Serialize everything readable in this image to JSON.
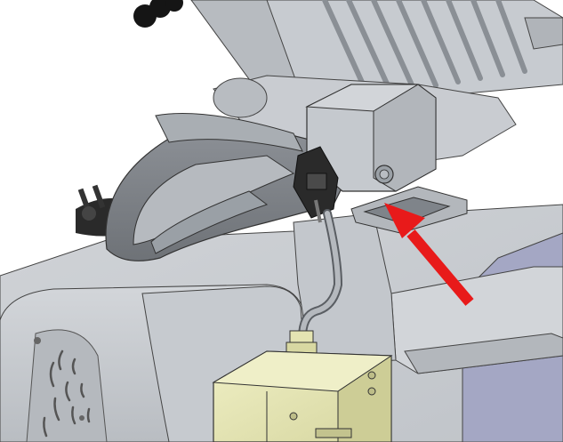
{
  "figure": {
    "kind": "cad-render",
    "subject": "meat-slicer",
    "background_color": "#ffffff",
    "body_color": "#c9cdd2",
    "body_shadow_color": "#9aa0a6",
    "cover_color": "#b8bcc1",
    "base_side_color": "#a4a7c4",
    "junction_box_color": "#e6e6b4",
    "knob_color": "#1a1a1a",
    "arrow_color": "#e81a1a"
  },
  "parts": [
    {
      "id": "feed-tray",
      "icon": "tray-rails"
    },
    {
      "id": "blade-cover",
      "icon": "cover-arm"
    },
    {
      "id": "pusher-knob",
      "icon": "black-knob"
    },
    {
      "id": "sharpener-housing",
      "icon": "box-housing"
    },
    {
      "id": "safety-switch",
      "icon": "micro-switch"
    },
    {
      "id": "switch-cable",
      "icon": "flex-cable"
    },
    {
      "id": "cable-gland",
      "icon": "gland"
    },
    {
      "id": "junction-box",
      "icon": "terminal-box"
    },
    {
      "id": "motor-vent",
      "icon": "vent-grille"
    },
    {
      "id": "power-plug",
      "icon": "plug"
    },
    {
      "id": "indicator-arrow",
      "icon": "red-arrow",
      "points_to": "switch-actuator-slot"
    }
  ]
}
